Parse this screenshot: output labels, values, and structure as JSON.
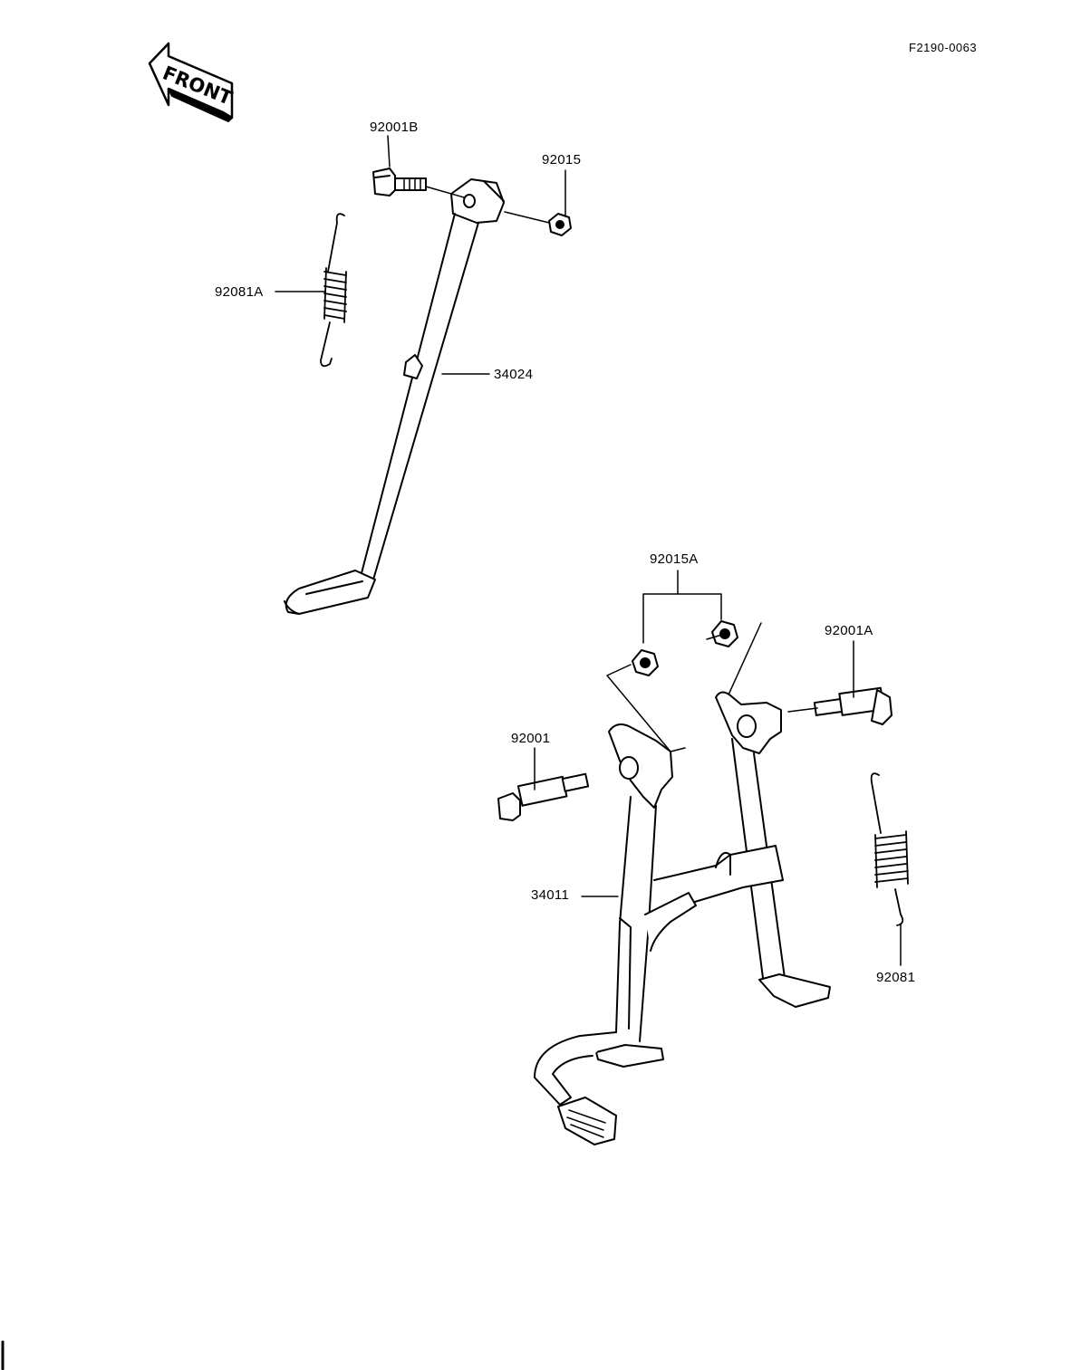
{
  "diagram": {
    "figure_code": "F2190-0063",
    "front_arrow_label": "FRONT",
    "parts": [
      {
        "id": "92001B"
      },
      {
        "id": "92015"
      },
      {
        "id": "92081A"
      },
      {
        "id": "34024"
      },
      {
        "id": "92015A"
      },
      {
        "id": "92001A"
      },
      {
        "id": "92001"
      },
      {
        "id": "34011"
      },
      {
        "id": "92081"
      }
    ]
  }
}
